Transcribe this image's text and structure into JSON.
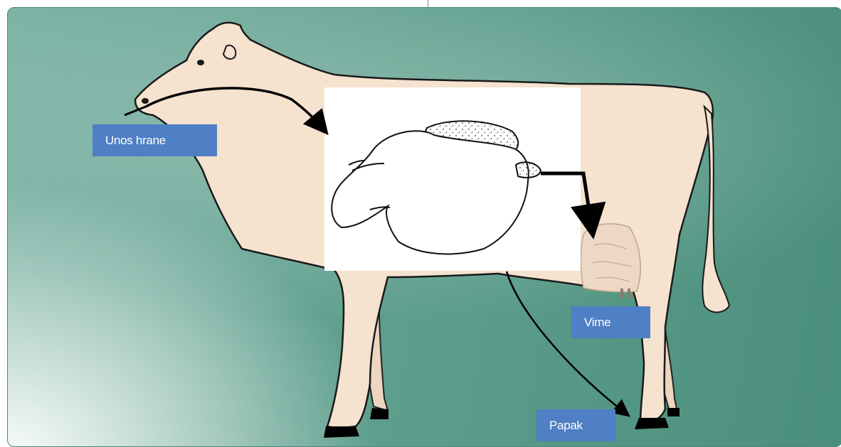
{
  "labels": {
    "food_intake": "Unos hrane",
    "udder": "Vime",
    "hoof": "Papak"
  },
  "colors": {
    "background": "#5f9f8d",
    "cow_fill": "#f5e2cf",
    "label_box": "#4f7fc4",
    "label_text": "#ffffff",
    "hoof": "#000000"
  },
  "icons": [
    "cow-illustration",
    "stomach-diagram",
    "arrow"
  ]
}
